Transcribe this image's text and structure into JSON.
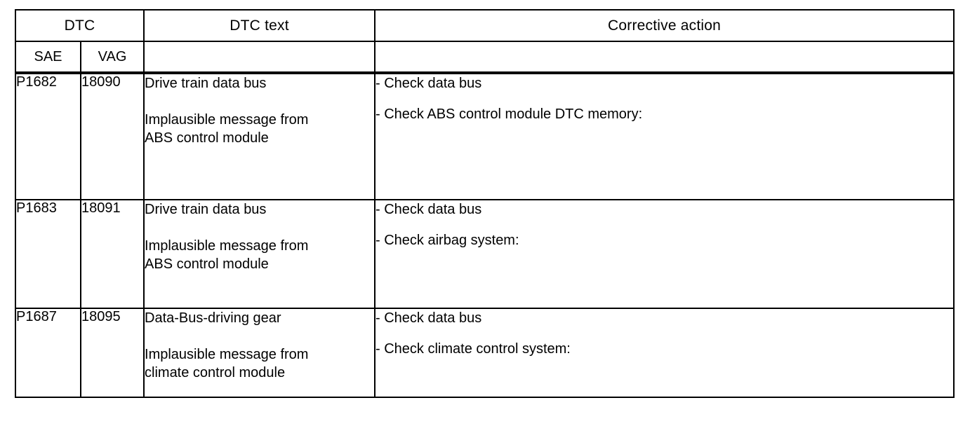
{
  "table": {
    "headers": {
      "dtc_group": "DTC",
      "sae": "SAE",
      "vag": "VAG",
      "dtc_text": "DTC text",
      "corrective_action": "Corrective action",
      "text_sub": "",
      "action_sub": ""
    },
    "rows": [
      {
        "sae": "P1682",
        "vag": "18090",
        "dtc_text_line1": "Drive train data bus",
        "dtc_text_line2": "Implausible message from",
        "dtc_text_line3": "ABS control module",
        "actions": [
          "- Check data bus",
          "- Check ABS control module DTC memory:"
        ]
      },
      {
        "sae": "P1683",
        "vag": "18091",
        "dtc_text_line1": "Drive train data bus",
        "dtc_text_line2": "Implausible message from",
        "dtc_text_line3": "ABS control module",
        "actions": [
          "- Check data bus",
          "- Check airbag system:"
        ]
      },
      {
        "sae": "P1687",
        "vag": "18095",
        "dtc_text_line1": "Data-Bus-driving gear",
        "dtc_text_line2": "Implausible message from",
        "dtc_text_line3": "climate control module",
        "actions": [
          "- Check data bus",
          "- Check climate control system:"
        ]
      }
    ]
  },
  "colors": {
    "border": "#000000",
    "text": "#000000",
    "background": "#ffffff"
  }
}
